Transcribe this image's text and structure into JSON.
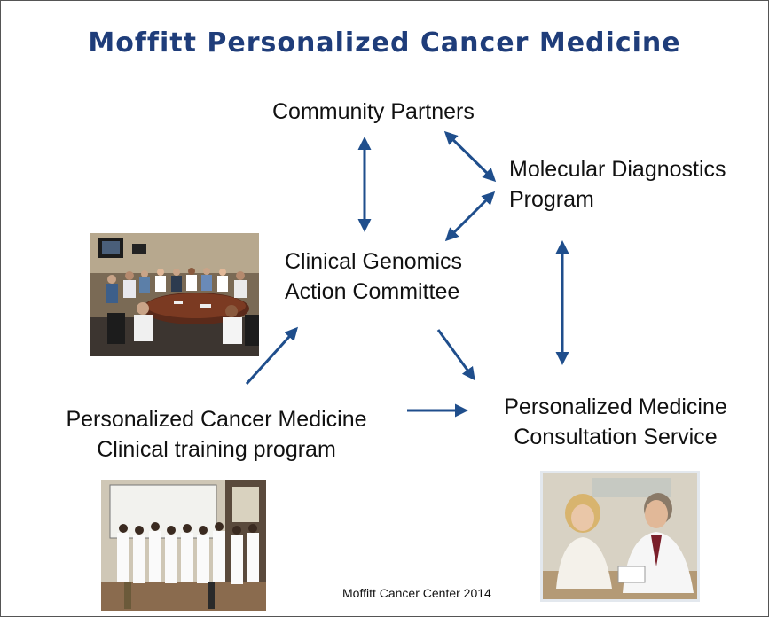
{
  "title": "Moffitt Personalized Cancer Medicine",
  "nodes": {
    "community_partners": "Community Partners",
    "molecular_diagnostics": [
      "Molecular Diagnostics",
      "Program"
    ],
    "clinical_genomics": [
      "Clinical Genomics",
      "Action Committee"
    ],
    "consultation_service": [
      "Personalized Medicine",
      "Consultation Service"
    ],
    "training_program": [
      "Personalized Cancer Medicine",
      "Clinical training program"
    ]
  },
  "footer": "Moffitt Cancer Center 2014",
  "colors": {
    "title": "#1f3d7a",
    "arrow": "#1f4e8c"
  },
  "photos": [
    {
      "name": "committee-meeting-photo",
      "depicts": "group meeting around conference table"
    },
    {
      "name": "training-class-photo",
      "depicts": "people in white coats in classroom"
    },
    {
      "name": "consultation-photo",
      "depicts": "doctor consulting with patient"
    }
  ]
}
